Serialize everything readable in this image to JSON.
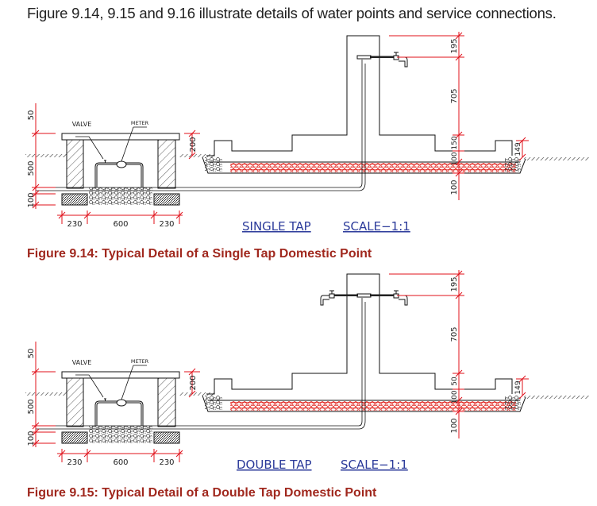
{
  "intro_text": "Figure 9.14, 9.15 and 9.16 illustrate details of water points and service connections.",
  "figures": [
    {
      "variant": "single",
      "title": "SINGLE TAP",
      "scale": "SCALE−1:1",
      "caption": "Figure 9.14: Typical Detail of a Single Tap Domestic Point",
      "labels": {
        "valve": "VALVE",
        "meter": "METER"
      },
      "dims": {
        "d50": "50",
        "d500": "500",
        "d100l": "100",
        "d200": "200",
        "d230a": "230",
        "d600": "600",
        "d230b": "230",
        "d195": "195",
        "d705": "705",
        "d150": "150",
        "d100a": "100",
        "d100b": "100",
        "d149": "149"
      }
    },
    {
      "variant": "double",
      "title": "DOUBLE TAP",
      "scale": "SCALE−1:1",
      "caption": "Figure 9.15: Typical Detail of a Double Tap Domestic Point",
      "labels": {
        "valve": "VALVE",
        "meter": "METER"
      },
      "dims": {
        "d50": "50",
        "d500": "500",
        "d100l": "100",
        "d200": "200",
        "d230a": "230",
        "d600": "600",
        "d230b": "230",
        "d195": "195",
        "d705": "705",
        "d150": "50",
        "d100a": "100",
        "d100b": "100",
        "d149": "149"
      }
    }
  ],
  "colors": {
    "caption": "#a0281e",
    "dimension": "#e0101a",
    "title_link": "#2b3a9a"
  }
}
